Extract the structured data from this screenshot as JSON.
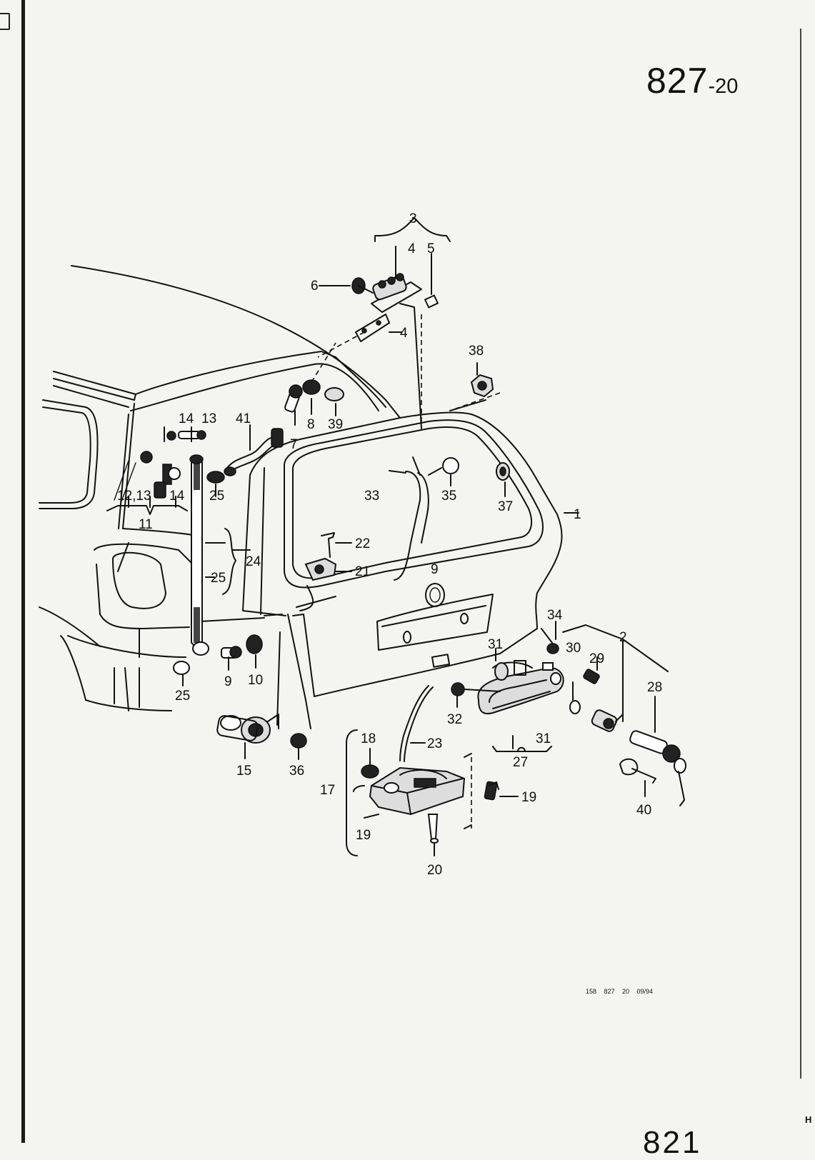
{
  "header": {
    "page_number": "827",
    "page_suffix": "-20"
  },
  "footer": {
    "code": "158   827 20   09/94"
  },
  "bottom": {
    "partial_number": "821",
    "corner_letter": "H"
  },
  "diagram": {
    "callouts": [
      "1",
      "2",
      "3",
      "4",
      "5",
      "4",
      "6",
      "7",
      "8",
      "39",
      "38",
      "14",
      "13",
      "41",
      "12,13",
      "14",
      "11",
      "25",
      "24",
      "25",
      "25",
      "9",
      "10",
      "15",
      "36",
      "33",
      "35",
      "37",
      "22",
      "21",
      "9",
      "34",
      "31",
      "30",
      "29",
      "28",
      "32",
      "31",
      "27",
      "23",
      "18",
      "17",
      "19",
      "19",
      "20",
      "40"
    ]
  }
}
